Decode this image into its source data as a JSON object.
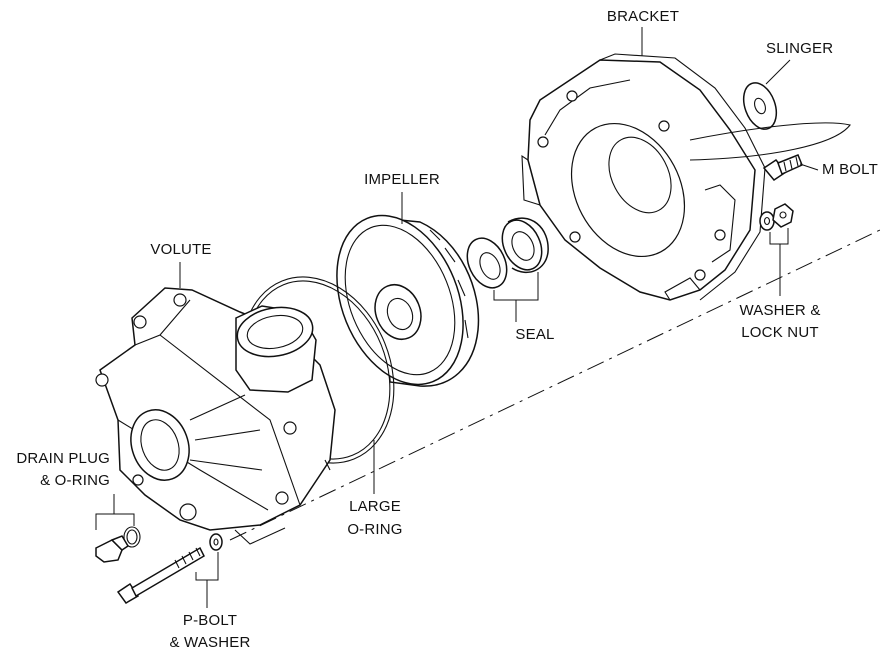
{
  "labels": {
    "bracket": "BRACKET",
    "slinger": "SLINGER",
    "m_bolt": "M BOLT",
    "impeller": "IMPELLER",
    "volute": "VOLUTE",
    "washer_lock_nut_1": "WASHER &",
    "washer_lock_nut_2": "LOCK NUT",
    "seal": "SEAL",
    "drain_plug_1": "DRAIN PLUG",
    "drain_plug_2": "& O-RING",
    "large_oring_1": "LARGE",
    "large_oring_2": "O-RING",
    "p_bolt_1": "P-BOLT",
    "p_bolt_2": "& WASHER"
  }
}
